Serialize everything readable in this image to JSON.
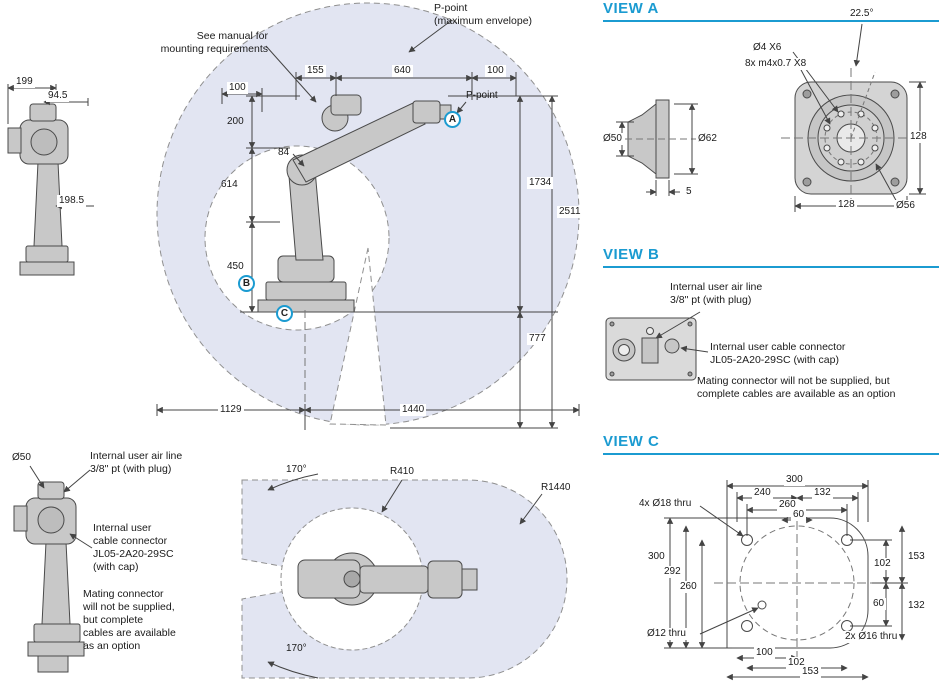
{
  "drawing": {
    "accent_color": "#1b9bd1",
    "envelope_color": "#e2e5f2"
  },
  "small_side_view": {
    "d199": "199",
    "d94_5": "94.5",
    "d198_5": "198.5"
  },
  "main_view": {
    "mounting_note": "See manual for\nmounting requirements",
    "p_point_max": "P-point\n(maximum envelope)",
    "p_point": "P-point",
    "marker_a": "A",
    "marker_b": "B",
    "marker_c": "C",
    "t100l": "100",
    "t155": "155",
    "t640": "640",
    "t100r": "100",
    "l200": "200",
    "l84": "84",
    "l614": "614",
    "l450": "450",
    "r1734": "1734",
    "r2511": "2511",
    "r777": "777",
    "b1129": "1129",
    "b1440": "1440"
  },
  "cable_view": {
    "d50": "Ø50",
    "air_note": "Internal user air line\n3/8\" pt (with plug)",
    "cable_note": "Internal user\ncable connector\nJL05-2A20-29SC\n(with cap)",
    "mating_note": "Mating connector\nwill not be supplied,\nbut complete\ncables are available\nas an option"
  },
  "top_view": {
    "angle_top": "170°",
    "r410": "R410",
    "r1440": "R1440",
    "angle_bottom": "170°"
  },
  "view_a": {
    "title": "VIEW A",
    "a22_5": "22.5°",
    "d4x6": "Ø4 X6",
    "m4": "8x m4x0.7 X8",
    "d50": "Ø50",
    "d62": "Ø62",
    "t5": "5",
    "r128": "128",
    "b128": "128",
    "d56": "Ø56"
  },
  "view_b": {
    "title": "VIEW B",
    "air_note": "Internal user air line\n3/8\" pt (with plug)",
    "cable_note": "Internal user cable connector\nJL05-2A20-29SC (with cap)",
    "mating_note": "Mating connector will not be supplied, but\ncomplete cables are available as an option"
  },
  "view_c": {
    "title": "VIEW C",
    "h18": "4x Ø18 thru",
    "t300": "300",
    "t240": "240",
    "t132": "132",
    "t260": "260",
    "t60": "60",
    "l300": "300",
    "l292": "292",
    "l260": "260",
    "r153": "153",
    "r102": "102",
    "r132": "132",
    "r60": "60",
    "d12": "Ø12 thru",
    "b100": "100",
    "b102": "102",
    "b153": "153",
    "d16": "2x Ø16 thru"
  }
}
